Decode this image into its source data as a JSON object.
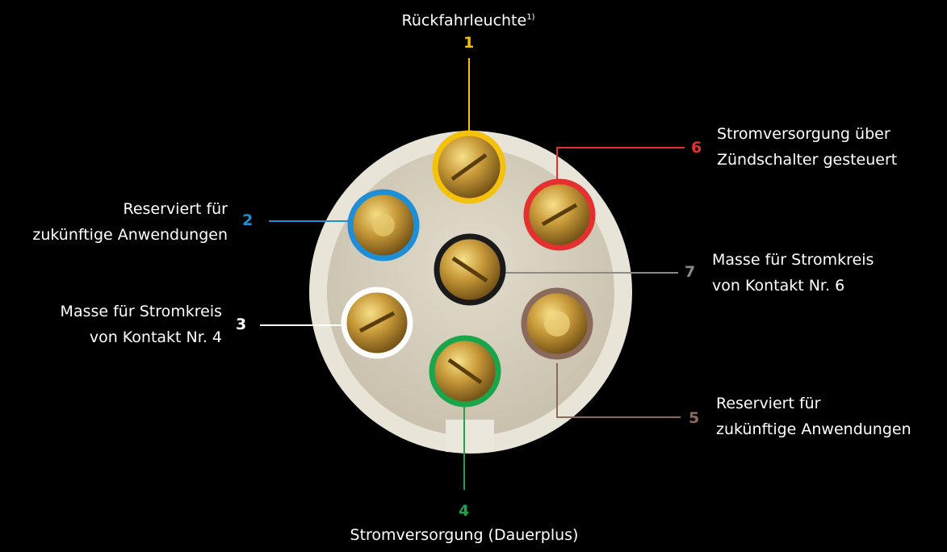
{
  "contacts": [
    {
      "number": "1",
      "color": "#f4c20d",
      "label_lines": [
        "Rückfahrleuchte"
      ],
      "label_sup": "1)"
    },
    {
      "number": "2",
      "color": "#1e8ed6",
      "label_lines": [
        "Reserviert für",
        "zukünftige Anwendungen"
      ]
    },
    {
      "number": "3",
      "color": "#ffffff",
      "label_lines": [
        "Masse für Stromkreis",
        "von Kontakt Nr. 4"
      ]
    },
    {
      "number": "4",
      "color": "#1aa54b",
      "label_lines": [
        "Stromversorgung (Dauerplus)"
      ]
    },
    {
      "number": "5",
      "color": "#8a6a5a",
      "label_lines": [
        "Reserviert für",
        "zukünftige Anwendungen"
      ]
    },
    {
      "number": "6",
      "color": "#e53030",
      "label_lines": [
        "Stromversorgung über",
        "Zündschalter gesteuert"
      ]
    },
    {
      "number": "7",
      "color": "#8a8a8a",
      "label_lines": [
        "Masse für Stromkreis",
        "von Kontakt Nr. 6"
      ]
    }
  ],
  "colors": {
    "background": "#000000",
    "housing": "#e9e4d8",
    "housing_inner": "#d6cfbf",
    "brass": "#c99b3a",
    "ring_black": "#1a1a1a"
  }
}
